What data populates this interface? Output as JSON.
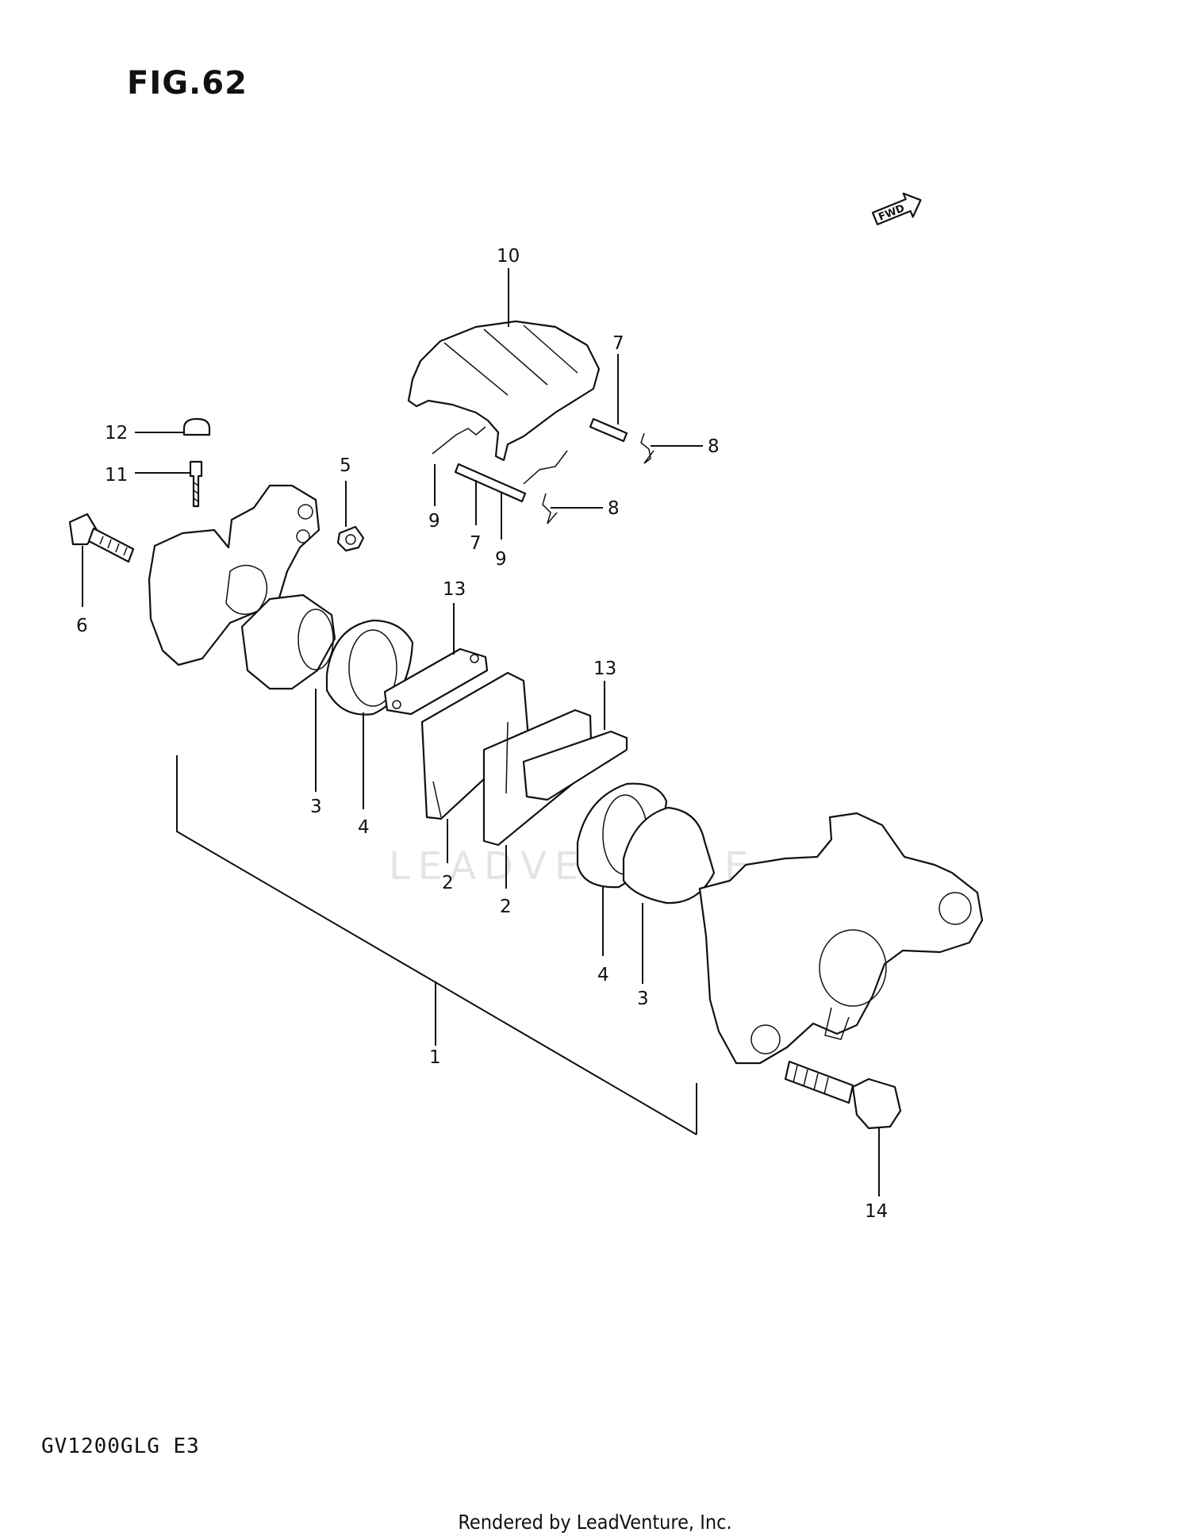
{
  "figure": {
    "title": "FIG.62",
    "model": "GV1200GLG E3",
    "footer": "Rendered by LeadVenture, Inc.",
    "watermark": "LEADVENTURE"
  },
  "fwd_label": "FWD",
  "callouts": [
    {
      "id": "10",
      "label": "10"
    },
    {
      "id": "7a",
      "label": "7"
    },
    {
      "id": "8a",
      "label": "8"
    },
    {
      "id": "12",
      "label": "12"
    },
    {
      "id": "11",
      "label": "11"
    },
    {
      "id": "5",
      "label": "5"
    },
    {
      "id": "9a",
      "label": "9"
    },
    {
      "id": "7b",
      "label": "7"
    },
    {
      "id": "9b",
      "label": "9"
    },
    {
      "id": "8b",
      "label": "8"
    },
    {
      "id": "6",
      "label": "6"
    },
    {
      "id": "13a",
      "label": "13"
    },
    {
      "id": "13b",
      "label": "13"
    },
    {
      "id": "3a",
      "label": "3"
    },
    {
      "id": "4a",
      "label": "4"
    },
    {
      "id": "2a",
      "label": "2"
    },
    {
      "id": "2b",
      "label": "2"
    },
    {
      "id": "4b",
      "label": "4"
    },
    {
      "id": "3b",
      "label": "3"
    },
    {
      "id": "1",
      "label": "1"
    },
    {
      "id": "14",
      "label": "14"
    }
  ]
}
